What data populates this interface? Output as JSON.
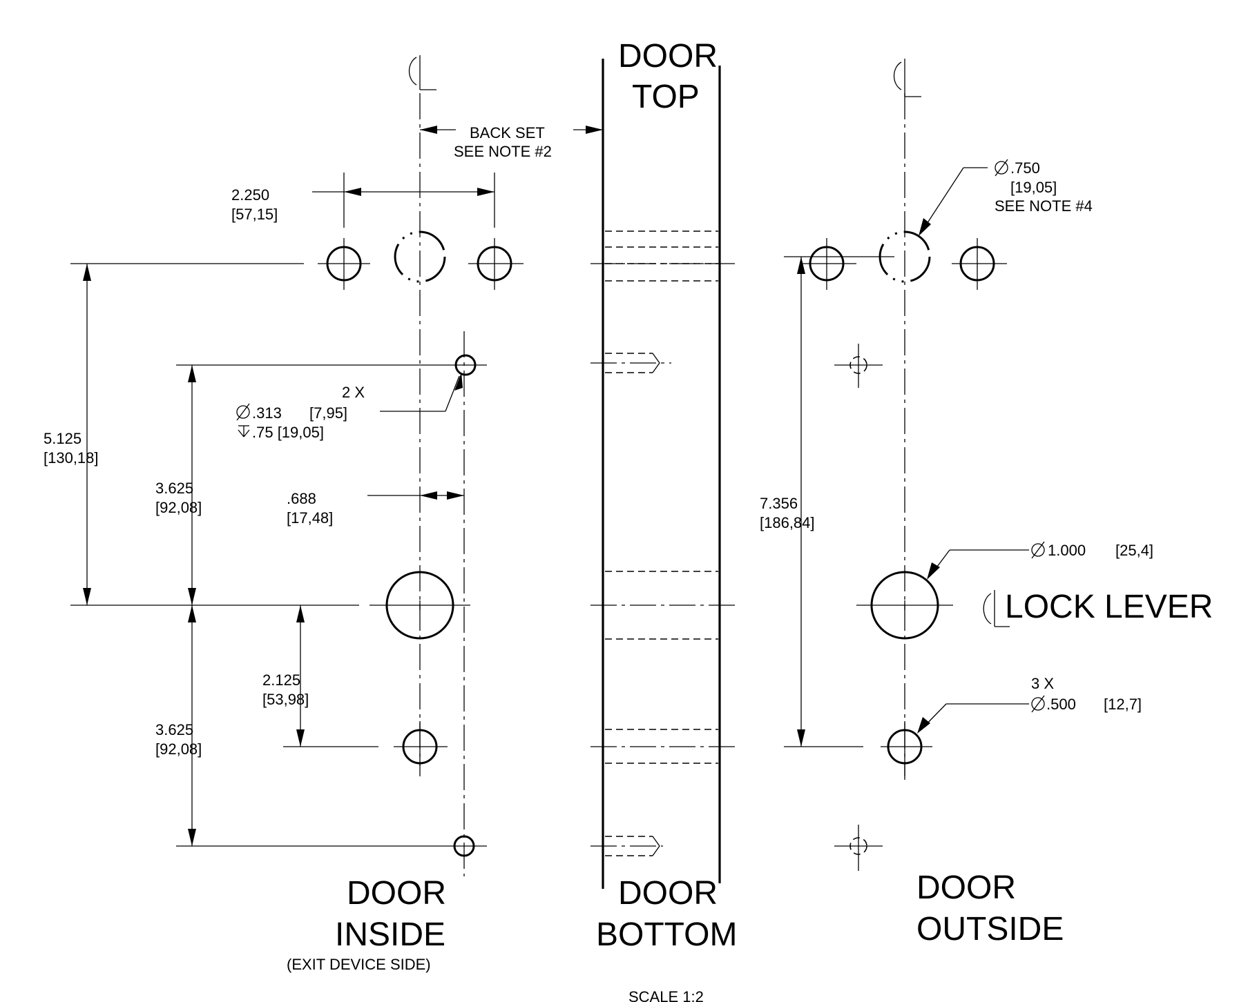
{
  "labels": {
    "door_top_1": "DOOR",
    "door_top_2": "TOP",
    "door_bottom_1": "DOOR",
    "door_bottom_2": "BOTTOM",
    "door_inside_1": "DOOR",
    "door_inside_2": "INSIDE",
    "door_inside_3": "(EXIT DEVICE SIDE)",
    "door_outside_1": "DOOR",
    "door_outside_2": "OUTSIDE",
    "lock_lever": "LOCK LEVER",
    "scale": "SCALE 1:2"
  },
  "dims": {
    "backset_1": "BACK SET",
    "backset_2": "SEE NOTE #2",
    "d2250": "2.250",
    "d2250_mm": "[57,15]",
    "d5125": "5.125",
    "d5125_mm": "[130,18]",
    "d3625a": "3.625",
    "d3625a_mm": "[92,08]",
    "d3625b": "3.625",
    "d3625b_mm": "[92,08]",
    "d688": ".688",
    "d688_mm": "[17,48]",
    "d2125": "2.125",
    "d2125_mm": "[53,98]",
    "d7356": "7.356",
    "d7356_mm": "[186,84]",
    "small_qty": "2 X",
    "small_dia": ".313",
    "small_dia_mm": "[7,95]",
    "small_depth": ".75 [19,05]",
    "d750": ".750",
    "d750_mm": "[19,05]",
    "d750_note": "SEE NOTE #4",
    "d1000": "1.000",
    "d1000_mm": "[25,4]",
    "d500_qty": "3 X",
    "d500": ".500",
    "d500_mm": "[12,7]"
  },
  "symbols": {
    "centerline": "centerline-icon",
    "diameter": "diameter-icon",
    "depth": "depth-icon"
  }
}
